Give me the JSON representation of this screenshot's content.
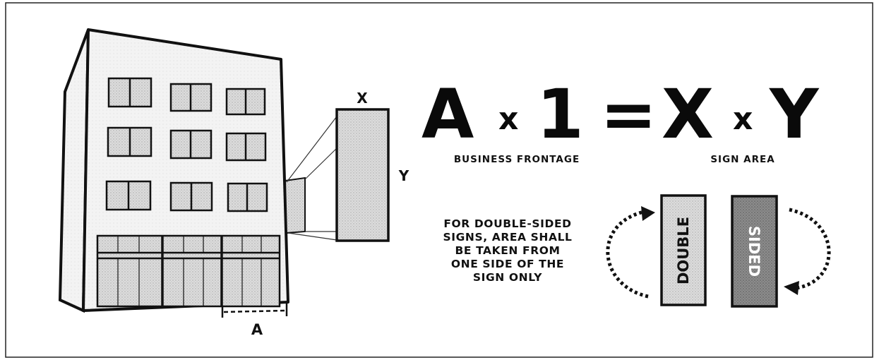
{
  "labels": {
    "x": "X",
    "y": "Y",
    "a": "A"
  },
  "formula": {
    "a": "A",
    "times1": "x",
    "one": "1",
    "equals": "=",
    "x": "X",
    "times2": "x",
    "y": "Y",
    "frontage_caption": "BUSINESS FRONTAGE",
    "area_caption": "SIGN AREA"
  },
  "note": {
    "lines": [
      "FOR DOUBLE-SIDED",
      "SIGNS, AREA SHALL",
      "BE TAKEN FROM",
      "ONE SIDE OF THE",
      "SIGN ONLY"
    ]
  },
  "signs": {
    "side1": "DOUBLE",
    "side2": "SIDED"
  },
  "colors": {
    "outline": "#111111",
    "panel_light": "#d6d6d6",
    "panel_dark": "#8e8e8e",
    "building_face": "#f4f4f4",
    "building_side": "#e2e2e2"
  }
}
